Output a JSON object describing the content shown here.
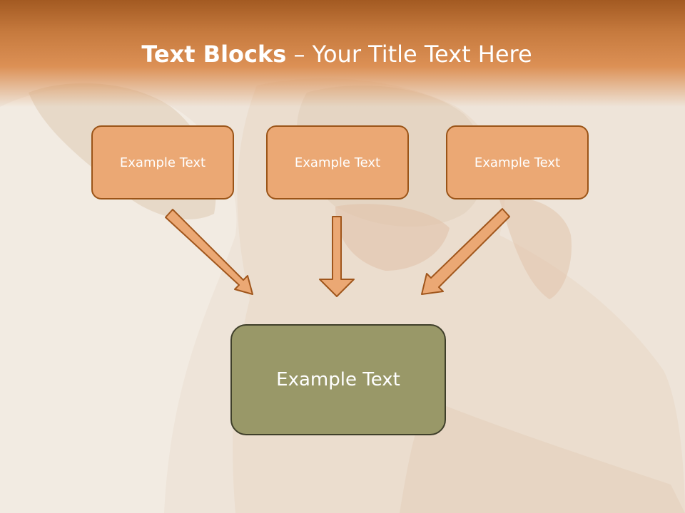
{
  "title": {
    "bold_part": "Text Blocks",
    "separator": " – ",
    "light_part": "Your Title Text Here"
  },
  "top_boxes": [
    {
      "label": "Example Text"
    },
    {
      "label": "Example Text"
    },
    {
      "label": "Example Text"
    }
  ],
  "center_box": {
    "label": "Example Text"
  },
  "colors": {
    "title_bar": "#c67a3e",
    "box_fill": "#eba874",
    "box_border": "#9a5418",
    "arrow_fill": "#eba874",
    "arrow_border": "#a0561c",
    "center_fill": "#999868",
    "center_border": "#3f3f2a"
  }
}
